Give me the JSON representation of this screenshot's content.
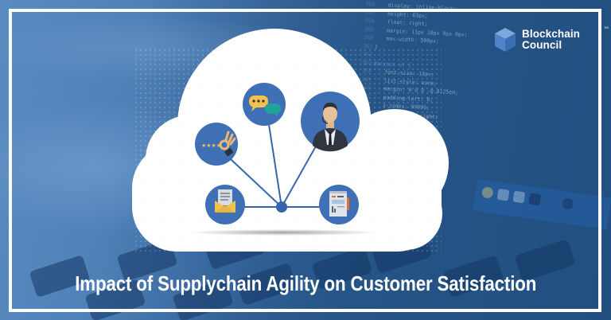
{
  "brand": {
    "name_line1": "Blockchain",
    "name_line2": "Council",
    "trademark": "TM",
    "icon": "cube-icon"
  },
  "title": "Impact of Supplychain Agility on Customer Satisfaction",
  "illustration": {
    "container": "cloud-icon",
    "hub": "network-hub-node",
    "nodes": [
      {
        "icon": "rating-ok-hand-icon",
        "label": "Rating"
      },
      {
        "icon": "chat-bubbles-icon",
        "label": "Chat"
      },
      {
        "icon": "support-agent-headset-icon",
        "label": "Customer Support"
      },
      {
        "icon": "email-envelope-icon",
        "label": "Email"
      },
      {
        "icon": "document-report-icon",
        "label": "Report"
      }
    ],
    "rating_stars": "★★★★"
  },
  "background": {
    "code_lines": [
      {
        "n": "356",
        "text": "display: inline-block;"
      },
      {
        "n": "357",
        "text": "height: 63px;"
      },
      {
        "n": "358",
        "text": "float: right;"
      },
      {
        "n": "359",
        "text": "margin: 11px 28px 0px 0px;"
      },
      {
        "n": "360",
        "text": "max-width: 500px;"
      },
      {
        "n": "361",
        "text": "}"
      },
      {
        "n": "362",
        "text": ""
      },
      {
        "n": "363",
        "text": "#access ul {"
      },
      {
        "n": "364",
        "text": "font-size: 13px;"
      },
      {
        "n": "365",
        "text": "list-style: none;"
      },
      {
        "n": "366",
        "text": "margin: 0 0 0 -0.8125em;"
      },
      {
        "n": "367",
        "text": "padding-left: 0;"
      },
      {
        "n": "368",
        "text": "z-index: 99999;"
      },
      {
        "n": "369",
        "text": "text-align: right;"
      }
    ],
    "trailing_code": "lock;"
  },
  "colors": {
    "node_blue": "#3f6fb5",
    "line_blue": "#3566ad",
    "cloud": "#ffffff",
    "bg_dark": "#214f80",
    "bg_light": "#5a8bc0",
    "chat_yellow": "#f2c14e",
    "chat_teal": "#1fa39a"
  }
}
